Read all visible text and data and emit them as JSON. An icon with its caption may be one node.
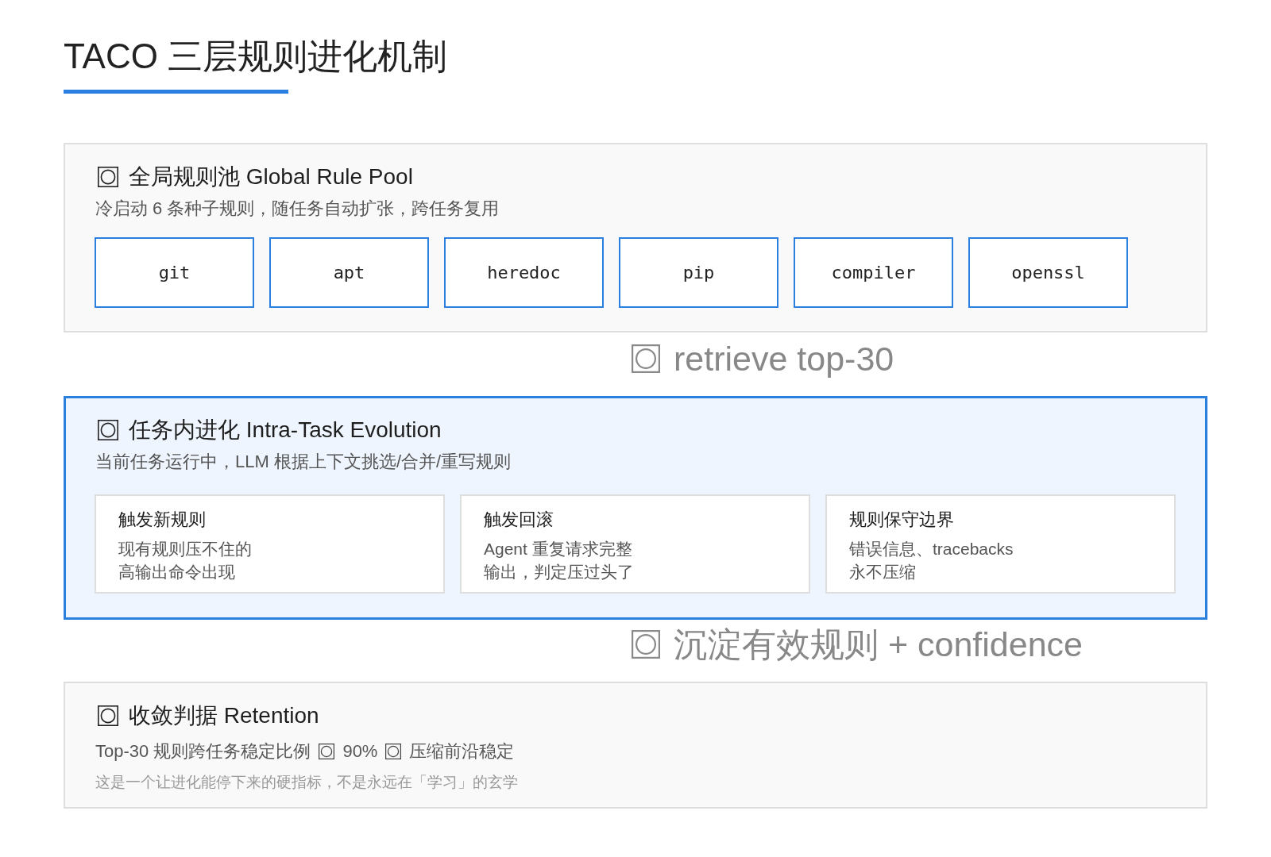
{
  "diagram": {
    "title": "TACO 三层规则进化机制",
    "nodes": [
      {
        "text": [
          "全局规则池 Global Rule Pool",
          "冷启动 6 条种子规则，随任务自动扩张，跨任务复用"
        ]
      },
      {
        "text": [
          "git"
        ],
        "in": 0
      },
      {
        "text": [
          "apt"
        ],
        "in": 0
      },
      {
        "text": [
          "heredoc"
        ],
        "in": 0
      },
      {
        "text": [
          "pip"
        ],
        "in": 0
      },
      {
        "text": [
          "compiler"
        ],
        "in": 0
      },
      {
        "text": [
          "openssl"
        ],
        "in": 0
      },
      {
        "text": [
          "任务内进化 Intra-Task Evolution",
          "当前任务运行中，LLM 根据上下文挑选/合并/重写规则"
        ]
      },
      {
        "text": [
          "触发新规则",
          "现有规则压不住的高输出命令出现"
        ],
        "in": 7
      },
      {
        "text": [
          "触发回滚",
          "Agent 重复请求完整输出，判定压过头了"
        ],
        "in": 7
      },
      {
        "text": [
          "规则保守边界",
          "错误信息、tracebacks永不压缩"
        ],
        "in": 7
      },
      {
        "text": [
          "收敛判据 Retention",
          "Top-30 规则跨任务稳定比例",
          "90%",
          "压缩前沿稳定",
          "这是一个让进化能停下来的硬指标，不是永远在「学习」的玄学"
        ]
      }
    ],
    "labels": [
      "retrieve top-30",
      "沉淀有效规则 + confidence"
    ]
  }
}
